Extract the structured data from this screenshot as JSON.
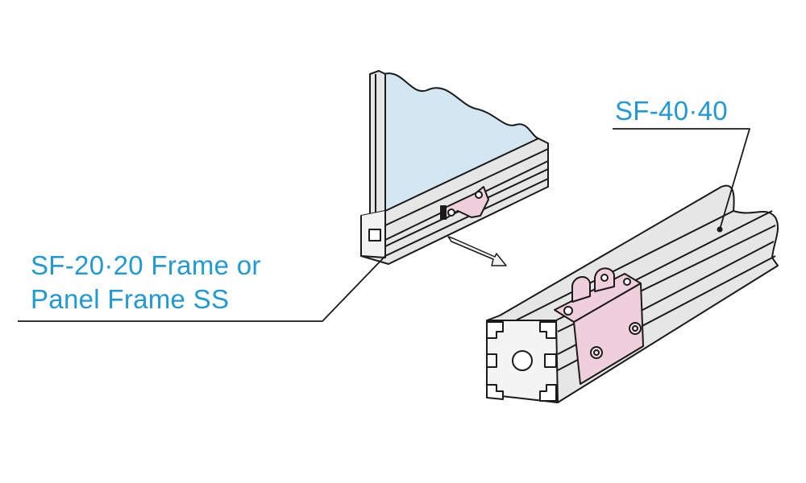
{
  "labels": {
    "left_line1": "SF-20·20 Frame or",
    "left_line2": "Panel Frame SS",
    "right": "SF-40·40"
  },
  "colors": {
    "label_text": "#1e9bd7",
    "panel_glass": "#d3e7f2",
    "profile_gray": "#e6e6e6",
    "bracket_pink": "#f0cfdc",
    "outline": "#1a1a1a"
  }
}
